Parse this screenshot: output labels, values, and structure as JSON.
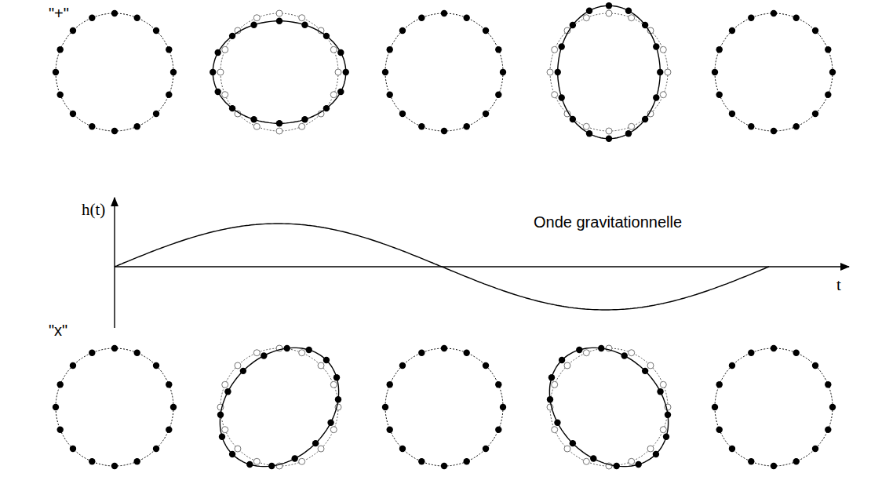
{
  "diagram": {
    "labels": [
      "\"+\"",
      "h(t)",
      "Onde gravitationnelle",
      "t",
      "\"x\""
    ]
  }
}
